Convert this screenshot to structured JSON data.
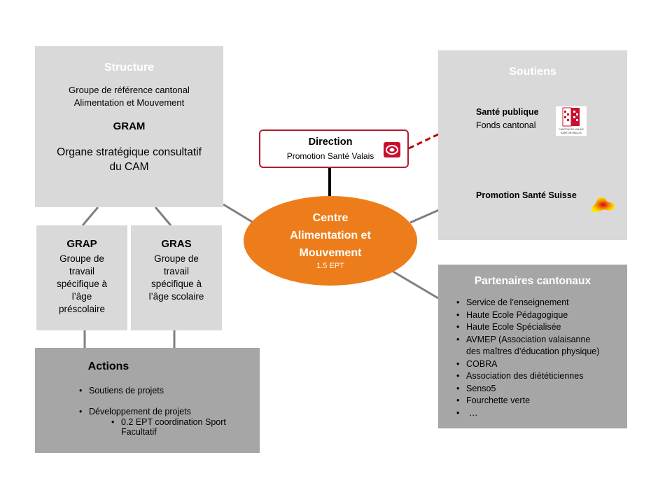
{
  "structure": {
    "title": "Structure",
    "line1": "Groupe de référence cantonal",
    "line2": "Alimentation et Mouvement",
    "gram": "GRAM",
    "organe_line1": "Organe stratégique consultatif",
    "organe_line2": "du CAM"
  },
  "grap": {
    "name": "GRAP",
    "lines": [
      "Groupe de",
      "travail",
      "spécifique à",
      "l’âge",
      "préscolaire"
    ]
  },
  "gras": {
    "name": "GRAS",
    "lines": [
      "Groupe de",
      "travail",
      "spécifique à",
      "l’âge scolaire"
    ]
  },
  "actions": {
    "title": "Actions",
    "item1": "Soutiens de projets",
    "item2": "Développement de projets",
    "subitem": "0.2 EPT coordination Sport Facultatif"
  },
  "direction": {
    "title": "Direction",
    "subtitle": "Promotion Santé Valais"
  },
  "centre": {
    "line1": "Centre",
    "line2": "Alimentation et",
    "line3": "Mouvement",
    "ept": "1.5 EPT"
  },
  "soutiens": {
    "title": "Soutiens",
    "sante_publique": "Santé publique",
    "fonds": "Fonds cantonal",
    "canton_logo_line1": "CANTON DU VALAIS",
    "canton_logo_line2": "KANTON WALLIS",
    "promotion_suisse": "Promotion Santé Suisse"
  },
  "partenaires": {
    "title": "Partenaires cantonaux",
    "items": [
      "Service de l’enseignement",
      "Haute Ecole Pédagogique",
      "Haute Ecole Spécialisée",
      "AVMEP (Association valaisanne",
      "COBRA",
      "Association des diététiciennes",
      "Senso5",
      "Fourchette verte",
      "…"
    ],
    "item4_cont": "des maîtres d’éducation physique)"
  },
  "colors": {
    "light_box": "#d9d9d9",
    "dark_box": "#a6a6a6",
    "centre": "#ed7d1a",
    "direction_border": "#b01c2e",
    "dashed_link": "#c00000"
  }
}
